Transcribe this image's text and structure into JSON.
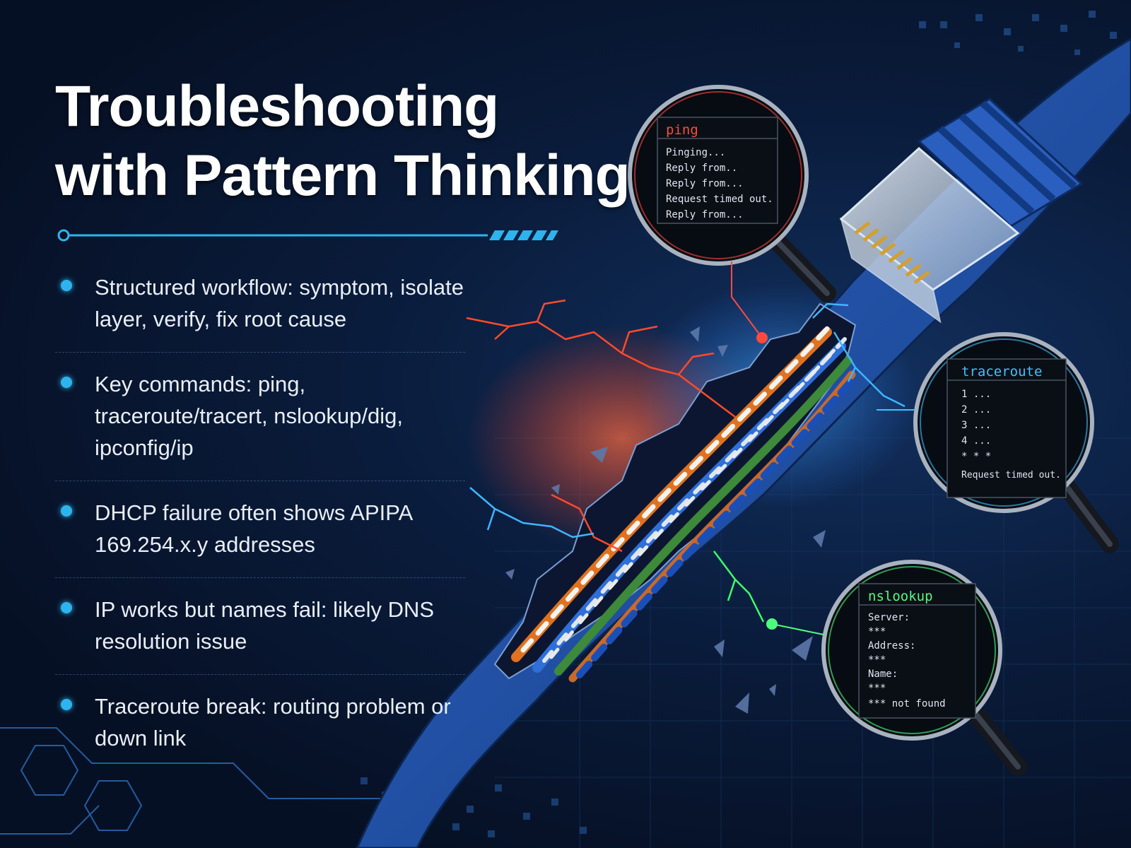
{
  "title": {
    "line1": "Troubleshooting",
    "line2": "with Pattern Thinking"
  },
  "bullets": [
    {
      "text": "Structured workflow: symptom, isolate layer, verify, fix root cause"
    },
    {
      "text": "Key commands: ping, traceroute/tracert, nslookup/dig, ipconfig/ip"
    },
    {
      "text": "DHCP failure often shows APIPA 169.254.x.y addresses"
    },
    {
      "text": "IP works but names fail: likely DNS resolution issue"
    },
    {
      "text": "Traceroute break: routing problem or down link"
    }
  ],
  "lenses": {
    "ping": {
      "title": "ping",
      "lines": [
        "Pinging...",
        "Reply from..",
        "Reply from...",
        "Request timed out.",
        "Reply from..."
      ]
    },
    "traceroute": {
      "title": "traceroute",
      "lines": [
        "1  ...",
        "2  ...",
        "3  ...",
        "4  ...",
        "*  *  *",
        "Request timed out."
      ]
    },
    "nslookup": {
      "title": "nslookup",
      "lines": [
        "Server:",
        "***",
        "Address:",
        "***",
        "Name:",
        "***",
        "*** not found"
      ]
    }
  },
  "colors": {
    "background": "#071228",
    "accent_cyan": "#2db4ef",
    "ping_red": "#ff4a3d",
    "traceroute_blue": "#3ec2ff",
    "nslookup_green": "#4dff7a",
    "cable_blue": "#1f4fa8"
  },
  "icons": [
    "magnifier-icon",
    "ethernet-plug-icon",
    "bullet-dot-icon"
  ]
}
